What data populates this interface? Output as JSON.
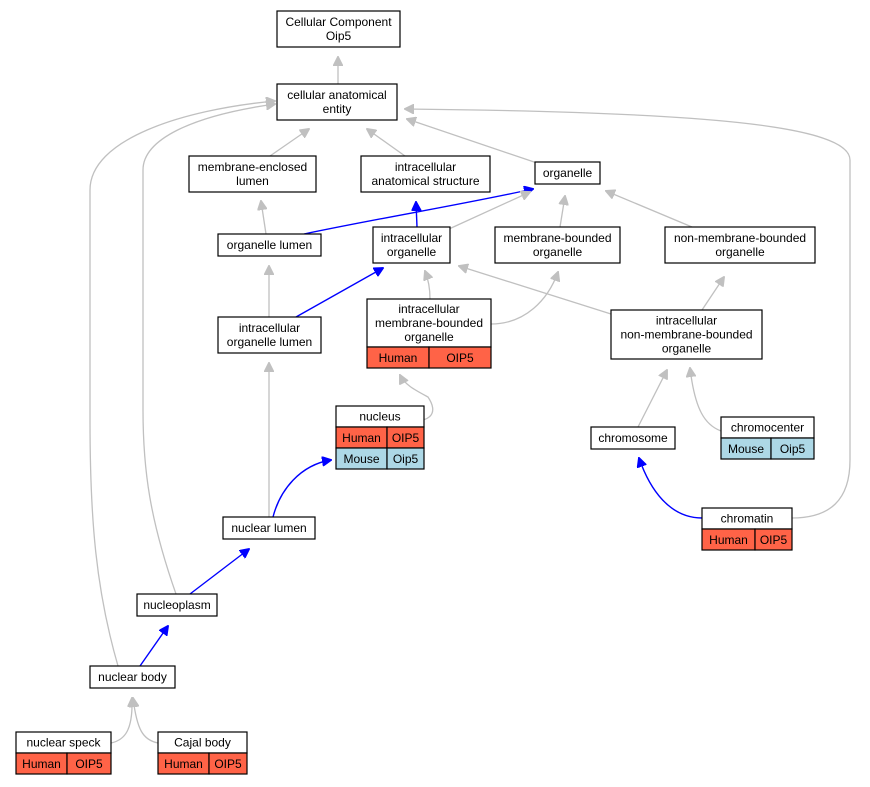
{
  "colors": {
    "human": "#ff6347",
    "mouse": "#add8e6",
    "is_a_edge": "#c0c0c0",
    "part_of_edge": "#0000ff"
  },
  "nodes": {
    "root": {
      "lines": [
        "Cellular Component",
        "Oip5"
      ]
    },
    "cae": {
      "lines": [
        "cellular anatomical",
        "entity"
      ]
    },
    "mem_lumen": {
      "lines": [
        "membrane-enclosed",
        "lumen"
      ]
    },
    "ias": {
      "lines": [
        "intracellular",
        "anatomical structure"
      ]
    },
    "organelle": {
      "lines": [
        "organelle"
      ]
    },
    "org_lumen": {
      "lines": [
        "organelle lumen"
      ]
    },
    "ic_org": {
      "lines": [
        "intracellular",
        "organelle"
      ]
    },
    "mbo": {
      "lines": [
        "membrane-bounded",
        "organelle"
      ]
    },
    "nmbo": {
      "lines": [
        "non-membrane-bounded",
        "organelle"
      ]
    },
    "ic_org_lumen": {
      "lines": [
        "intracellular",
        "organelle lumen"
      ]
    },
    "ic_mbo": {
      "lines": [
        "intracellular",
        "membrane-bounded",
        "organelle"
      ],
      "rows": [
        [
          "Human",
          "OIP5"
        ]
      ]
    },
    "ic_nmbo": {
      "lines": [
        "intracellular",
        "non-membrane-bounded",
        "organelle"
      ]
    },
    "nucleus": {
      "lines": [
        "nucleus"
      ],
      "rows": [
        [
          "Human",
          "OIP5"
        ],
        [
          "Mouse",
          "Oip5"
        ]
      ]
    },
    "chromosome": {
      "lines": [
        "chromosome"
      ]
    },
    "chromocenter": {
      "lines": [
        "chromocenter"
      ],
      "rows": [
        [
          "Mouse",
          "Oip5"
        ]
      ]
    },
    "nuc_lumen": {
      "lines": [
        "nuclear lumen"
      ]
    },
    "chromatin": {
      "lines": [
        "chromatin"
      ],
      "rows": [
        [
          "Human",
          "OIP5"
        ]
      ]
    },
    "nucleoplasm": {
      "lines": [
        "nucleoplasm"
      ]
    },
    "nuc_body": {
      "lines": [
        "nuclear body"
      ]
    },
    "nuc_speck": {
      "lines": [
        "nuclear speck"
      ],
      "rows": [
        [
          "Human",
          "OIP5"
        ]
      ]
    },
    "cajal": {
      "lines": [
        "Cajal body"
      ],
      "rows": [
        [
          "Human",
          "OIP5"
        ]
      ]
    }
  },
  "edges": [
    {
      "from": "cae",
      "to": "root",
      "type": "is_a"
    },
    {
      "from": "mem_lumen",
      "to": "cae",
      "type": "is_a"
    },
    {
      "from": "ias",
      "to": "cae",
      "type": "is_a"
    },
    {
      "from": "organelle",
      "to": "cae",
      "type": "is_a"
    },
    {
      "from": "org_lumen",
      "to": "mem_lumen",
      "type": "is_a"
    },
    {
      "from": "org_lumen",
      "to": "organelle",
      "type": "part_of"
    },
    {
      "from": "ic_org",
      "to": "ias",
      "type": "part_of"
    },
    {
      "from": "ic_org",
      "to": "organelle",
      "type": "is_a"
    },
    {
      "from": "mbo",
      "to": "organelle",
      "type": "is_a"
    },
    {
      "from": "nmbo",
      "to": "organelle",
      "type": "is_a"
    },
    {
      "from": "ic_org_lumen",
      "to": "org_lumen",
      "type": "is_a"
    },
    {
      "from": "ic_org_lumen",
      "to": "ic_org",
      "type": "part_of"
    },
    {
      "from": "ic_mbo",
      "to": "ic_org",
      "type": "is_a"
    },
    {
      "from": "ic_mbo",
      "to": "mbo",
      "type": "is_a"
    },
    {
      "from": "ic_nmbo",
      "to": "ic_org",
      "type": "is_a"
    },
    {
      "from": "ic_nmbo",
      "to": "nmbo",
      "type": "is_a"
    },
    {
      "from": "nucleus",
      "to": "ic_mbo",
      "type": "is_a"
    },
    {
      "from": "chromosome",
      "to": "ic_nmbo",
      "type": "is_a"
    },
    {
      "from": "chromocenter",
      "to": "ic_nmbo",
      "type": "is_a"
    },
    {
      "from": "nuc_lumen",
      "to": "ic_org_lumen",
      "type": "is_a"
    },
    {
      "from": "nuc_lumen",
      "to": "nucleus",
      "type": "part_of"
    },
    {
      "from": "chromatin",
      "to": "chromosome",
      "type": "part_of"
    },
    {
      "from": "chromatin",
      "to": "cae",
      "type": "is_a"
    },
    {
      "from": "nucleoplasm",
      "to": "nuc_lumen",
      "type": "part_of"
    },
    {
      "from": "nucleoplasm",
      "to": "cae",
      "type": "is_a"
    },
    {
      "from": "nuc_body",
      "to": "nucleoplasm",
      "type": "part_of"
    },
    {
      "from": "nuc_body",
      "to": "cae",
      "type": "is_a"
    },
    {
      "from": "nuc_speck",
      "to": "nuc_body",
      "type": "is_a"
    },
    {
      "from": "cajal",
      "to": "nuc_body",
      "type": "is_a"
    }
  ]
}
